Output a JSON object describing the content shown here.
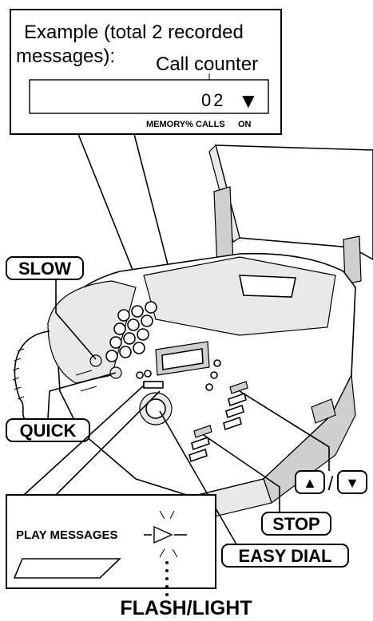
{
  "display_callout": {
    "example_line1": "Example (total 2 recorded",
    "example_line2": "messages):",
    "call_counter_label": "Call counter",
    "lcd_value": "02",
    "lcd_arrow": "▼",
    "status_memory": "MEMORY%",
    "status_calls": "CALLS",
    "status_on": "ON"
  },
  "buttons": {
    "slow": "SLOW",
    "quick": "QUICK",
    "up_arrow": "▲",
    "slash": "/",
    "down_arrow": "▼",
    "stop": "STOP",
    "easy_dial": "EASY DIAL"
  },
  "play_callout": {
    "play_messages": "PLAY MESSAGES",
    "flash_light": "FLASH/LIGHT"
  }
}
